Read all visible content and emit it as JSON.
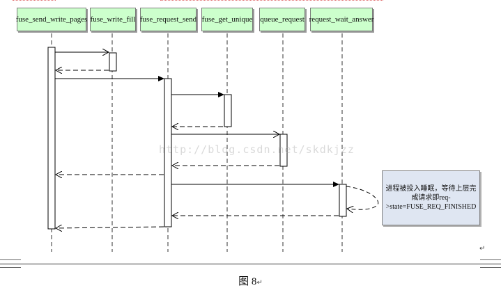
{
  "lifelines": [
    {
      "label": "fuse_send_write_pages"
    },
    {
      "label": "fuse_write_fill"
    },
    {
      "label": "fuse_request_send"
    },
    {
      "label": "fuse_get_unique"
    },
    {
      "label": "queue_request"
    },
    {
      "label": "request_wait_answer"
    }
  ],
  "note": {
    "line1": "进程被投入睡眠，等待上层完",
    "line2": "成请求即req-",
    "line3": ">state=FUSE_REQ_FINISHED"
  },
  "watermark": "http://blog.csdn.net/skdkjzz",
  "caption": {
    "text": "图 8",
    "mark": "↵"
  },
  "paragraph_mark": "↵",
  "colors": {
    "lifeline_head": "#ccffcc",
    "note_fill": "#dfe6f2",
    "line": "#000000"
  }
}
